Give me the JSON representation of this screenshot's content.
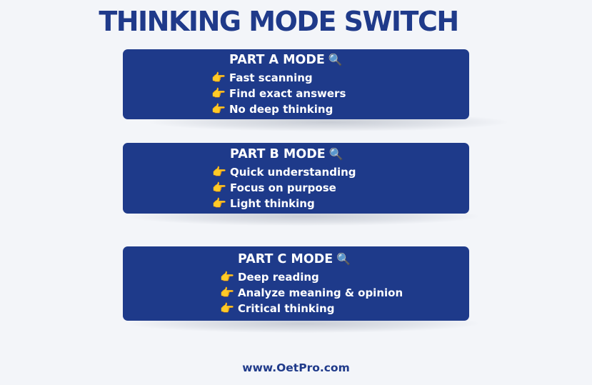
{
  "title": "THINKING MODE SWITCH",
  "icons": {
    "bullet": "pointing-hand-icon",
    "heading": "magnifying-glass-icon"
  },
  "colors": {
    "card": "#1e3a8a",
    "title": "#1f3a8a",
    "bullet": "#f6b21b",
    "background": "#f3f5f9"
  },
  "cards": [
    {
      "title": "PART A MODE",
      "items": [
        "Fast scanning",
        "Find exact answers",
        "No deep thinking"
      ]
    },
    {
      "title": "PART B MODE",
      "items": [
        "Quick understanding",
        "Focus on purpose",
        "Light thinking"
      ]
    },
    {
      "title": "PART C MODE",
      "items": [
        "Deep reading",
        "Analyze meaning & opinion",
        "Critical thinking"
      ]
    }
  ],
  "footer": "www.OetPro.com"
}
